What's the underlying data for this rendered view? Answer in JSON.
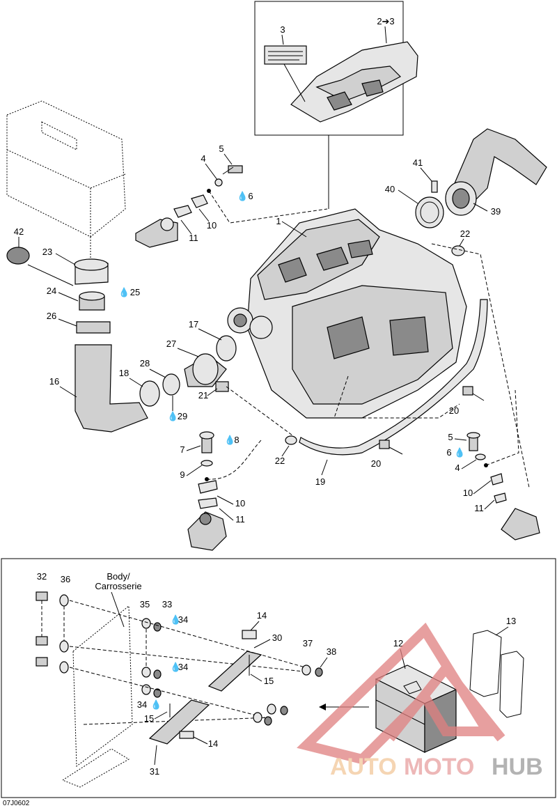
{
  "figure_code": "07J0602",
  "body_label": {
    "line1": "Body/",
    "line2": "Carrosserie"
  },
  "watermark": {
    "auto": "AUTO",
    "moto": "MOTO",
    "hub": "HUB",
    "color_auto": "#f2c89a",
    "color_moto": "#e8a0a0",
    "color_hub": "#9a9a9a"
  },
  "callouts_top": [
    "3",
    "2➔3",
    "1",
    "4",
    "5",
    "6",
    "10",
    "11",
    "41",
    "40",
    "39",
    "22",
    "42",
    "23",
    "24",
    "25",
    "26",
    "16",
    "18",
    "28",
    "29",
    "27",
    "17",
    "21",
    "7",
    "8",
    "9",
    "10",
    "11",
    "22",
    "19",
    "20",
    "20",
    "5",
    "6",
    "4",
    "10",
    "11"
  ],
  "callouts_bottom": [
    "32",
    "36",
    "35",
    "33",
    "34",
    "34",
    "34",
    "15",
    "14",
    "30",
    "15",
    "37",
    "38",
    "12",
    "13",
    "14",
    "31"
  ]
}
